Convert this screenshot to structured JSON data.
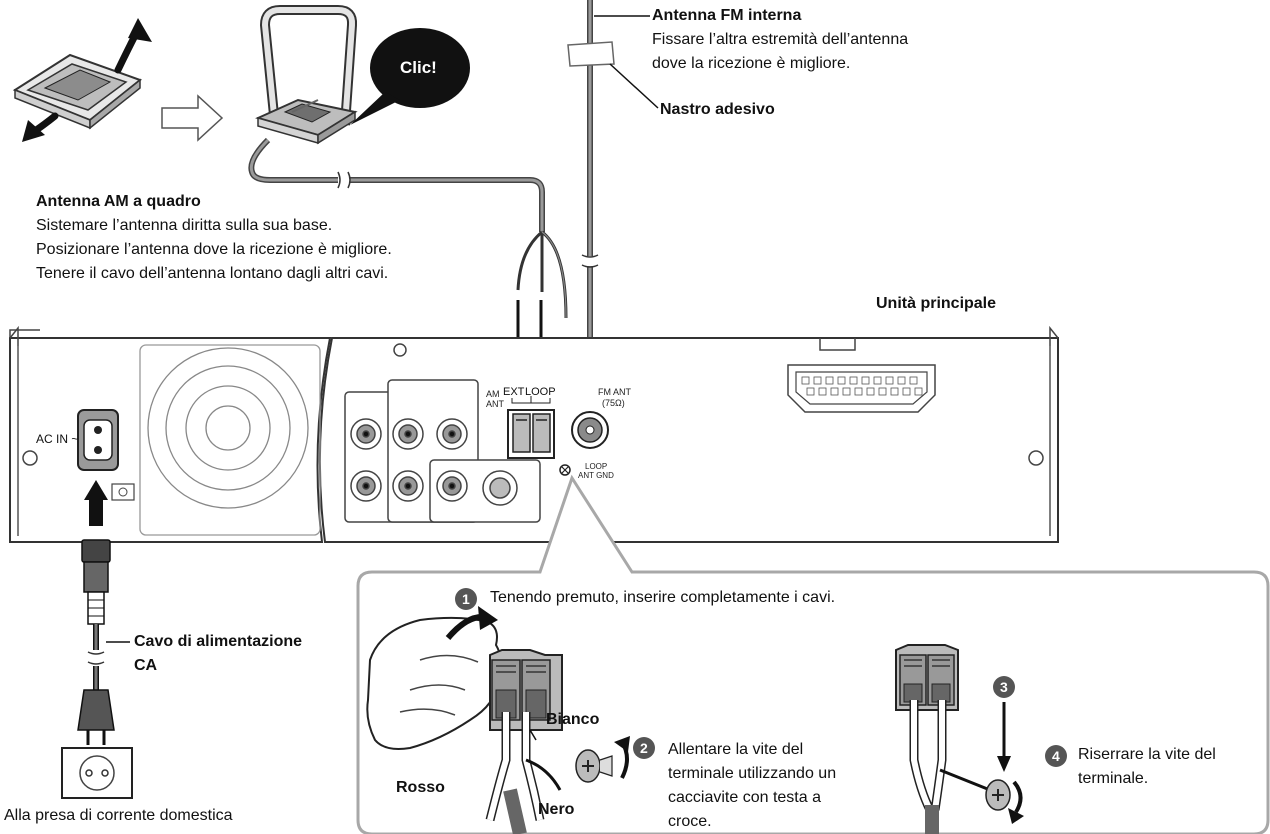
{
  "bubble": {
    "text": "Clic!"
  },
  "fm": {
    "title": "Antenna FM interna",
    "line1": "Fissare l’altra estremità dell’antenna",
    "line2": "dove la ricezione è migliore.",
    "tape": "Nastro adesivo"
  },
  "am": {
    "title": "Antenna AM a quadro",
    "line1": "Sistemare l’antenna diritta sulla sua base.",
    "line2": "Posizionare l’antenna dove la ricezione è migliore.",
    "line3": "Tenere il cavo dell’antenna lontano dagli altri cavi."
  },
  "unit": {
    "title": "Unità principale"
  },
  "panel": {
    "ac_in": "AC IN ~",
    "am_ant": "AM",
    "am_ant2": "ANT",
    "ext": "EXT",
    "loop": "LOOP",
    "fm_ant": "FM ANT",
    "fm_ohm": "(75Ω)",
    "loop_gnd": "LOOP",
    "ant_gnd": "ANT GND"
  },
  "power": {
    "cable1": "Cavo di alimentazione",
    "cable2": "CA",
    "outlet": "Alla presa di corrente domestica"
  },
  "steps": [
    {
      "num": "1",
      "text": "Tenendo premuto, inserire completamente i cavi."
    },
    {
      "num": "2",
      "line1": "Allentare la vite del",
      "line2": "terminale utilizzando un",
      "line3": "cacciavite con testa a",
      "line4": "croce."
    },
    {
      "num": "3"
    },
    {
      "num": "4",
      "line1": "Riserrare la vite del",
      "line2": "terminale."
    }
  ],
  "wires": {
    "white": "Bianco",
    "red": "Rosso",
    "black": "Nero"
  }
}
